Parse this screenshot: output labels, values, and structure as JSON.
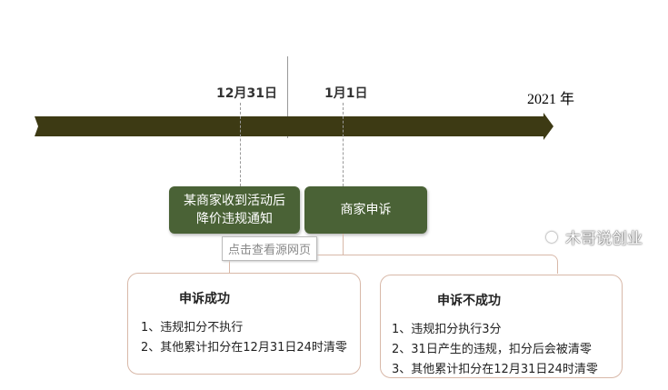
{
  "timeline": {
    "dates": [
      "12月31日",
      "1月1日"
    ],
    "year": "2021 年",
    "arrow_color": "#3d3a14"
  },
  "boxes": {
    "notice": {
      "line1": "某商家收到活动后",
      "line2": "降价违规通知"
    },
    "appeal": "商家申诉",
    "tooltip": "点击查看源网页",
    "success": {
      "title": "申诉成功",
      "items": [
        "1、违规扣分不执行",
        "2、其他累计扣分在12月31日24时清零"
      ]
    },
    "failure": {
      "title": "申诉不成功",
      "items": [
        "1、违规扣分执行3分",
        "2、31日产生的违规，扣分后会被清零",
        "3、其他累计扣分在12月31日24时清零"
      ]
    }
  },
  "watermark": "木哥说创业",
  "colors": {
    "green": "#4a6236",
    "outline": "#d8b8a8"
  }
}
